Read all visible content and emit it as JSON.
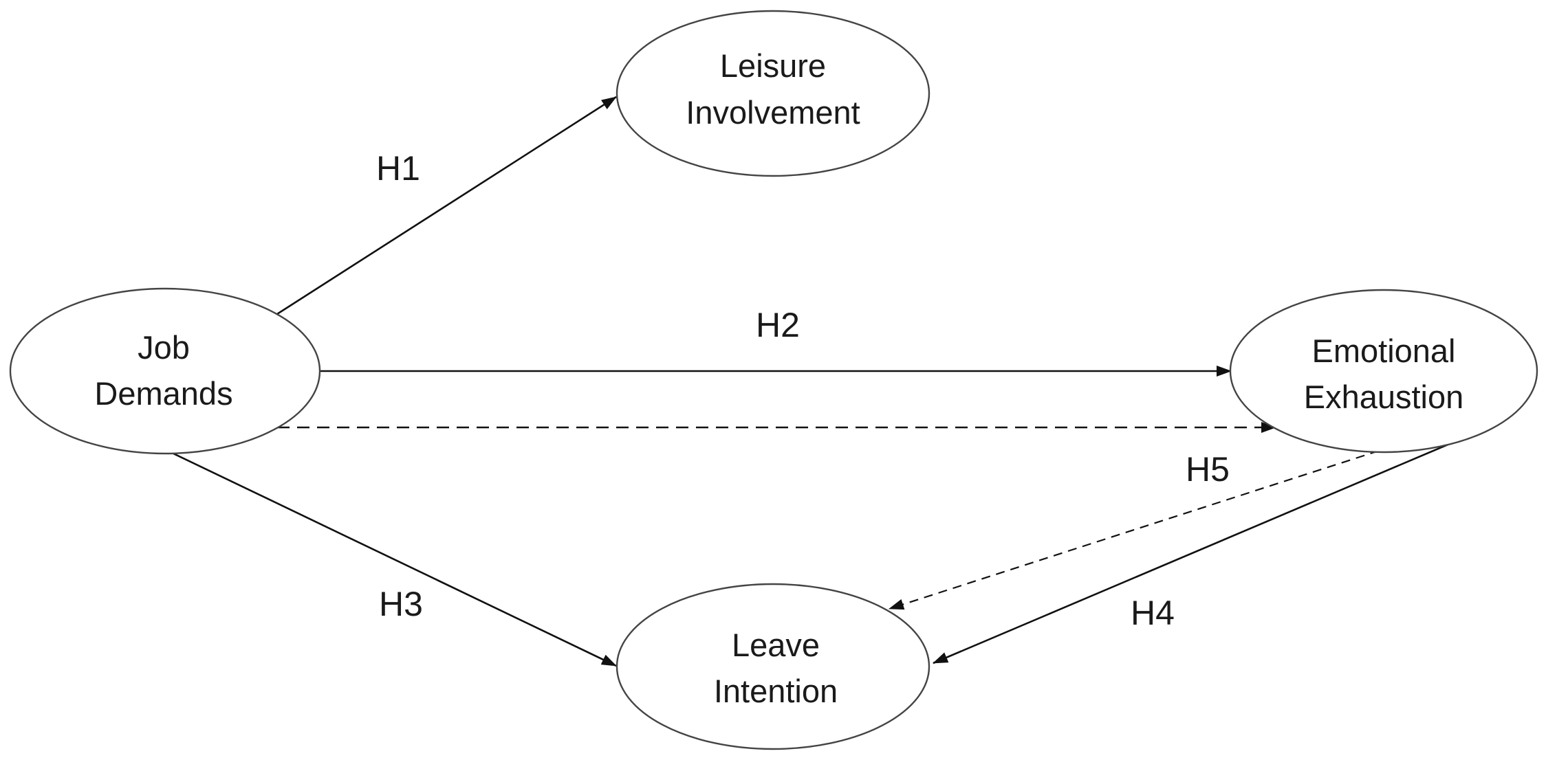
{
  "diagram": {
    "nodes": {
      "leisure_involvement": {
        "line1": "Leisure",
        "line2": "Involvement"
      },
      "job_demands": {
        "line1": "Job",
        "line2": "Demands"
      },
      "emotional_exhaustion": {
        "line1": "Emotional",
        "line2": "Exhaustion"
      },
      "leave_intention": {
        "line1": "Leave",
        "line2": "Intention"
      }
    },
    "edges": {
      "h1": {
        "label": "H1",
        "from": "Job Demands",
        "to": "Leisure Involvement",
        "style": "solid"
      },
      "h2": {
        "label": "H2",
        "from": "Job Demands",
        "to": "Emotional Exhaustion",
        "style": "solid"
      },
      "h3": {
        "label": "H3",
        "from": "Job Demands",
        "to": "Leave Intention",
        "style": "solid"
      },
      "h4": {
        "label": "H4",
        "from": "Emotional Exhaustion",
        "to": "Leave Intention",
        "style": "solid"
      },
      "h5": {
        "label": "H5",
        "from": "Job Demands",
        "via": "Emotional Exhaustion",
        "to": "Leave Intention",
        "style": "dashed"
      }
    },
    "colors": {
      "node_stroke": "#444444",
      "edge": "#111111",
      "background": "#ffffff"
    }
  }
}
